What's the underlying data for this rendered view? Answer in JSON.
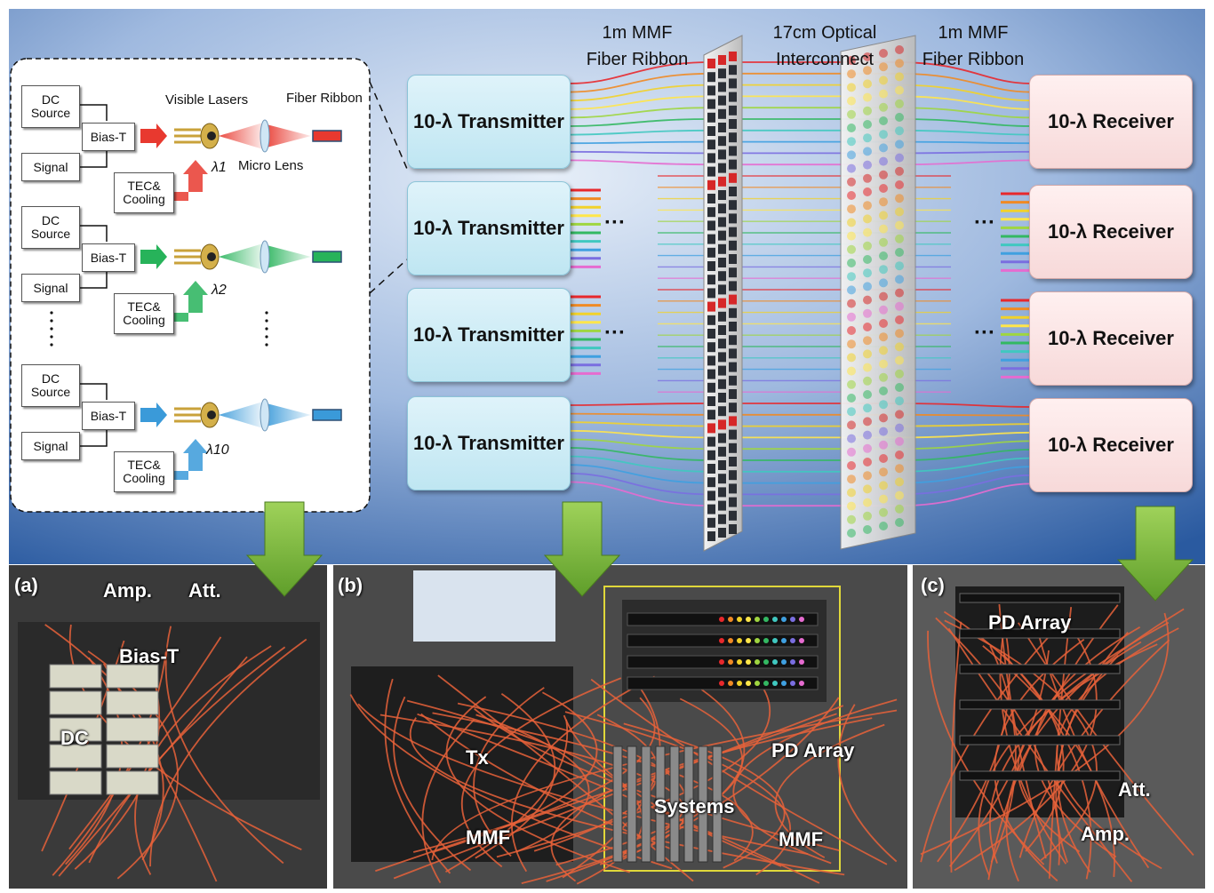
{
  "schematic": {
    "blocks": {
      "dc_source": "DC\nSource",
      "bias_t": "Bias-T",
      "signal": "Signal",
      "tec": "TEC&\nCooling"
    },
    "labels": {
      "visible_lasers": "Visible Lasers",
      "fiber_ribbon": "Fiber Ribbon",
      "micro_lens": "Micro Lens"
    },
    "wavelengths": [
      "λ1",
      "λ2",
      "λ10"
    ],
    "channel_colors": [
      "#e8392f",
      "#27b35a",
      "#3a9ad9"
    ]
  },
  "system": {
    "mmf_left": "1m MMF\nFiber Ribbon",
    "interconnect": "17cm Optical\nInterconnect",
    "mmf_right": "1m MMF\nFiber Ribbon",
    "transmitters": [
      "10-λ Transmitter",
      "10-λ Transmitter",
      "10-λ Transmitter",
      "10-λ Transmitter"
    ],
    "receivers": [
      "10-λ Receiver",
      "10-λ Receiver",
      "10-λ Receiver",
      "10-λ Receiver"
    ],
    "fiber_colors": [
      "#e8282c",
      "#f08a24",
      "#f2d22a",
      "#ffe64a",
      "#9fd640",
      "#33b862",
      "#40c8c0",
      "#3fa0e0",
      "#7a6ee0",
      "#e66bd0"
    ]
  },
  "photos": {
    "a": {
      "tag": "(a)",
      "labels": [
        "Amp.",
        "Att.",
        "Bias-T",
        "DC"
      ]
    },
    "b": {
      "tag": "(b)",
      "labels": [
        "Tx",
        "MMF",
        "Systems",
        "PD Array",
        "MMF"
      ]
    },
    "c": {
      "tag": "(c)",
      "labels": [
        "PD Array",
        "Att.",
        "Amp."
      ]
    }
  },
  "colors": {
    "arrow": "#7fbf3c",
    "background_top": "#2d5ca0",
    "background_light": "#c9d9ee"
  }
}
